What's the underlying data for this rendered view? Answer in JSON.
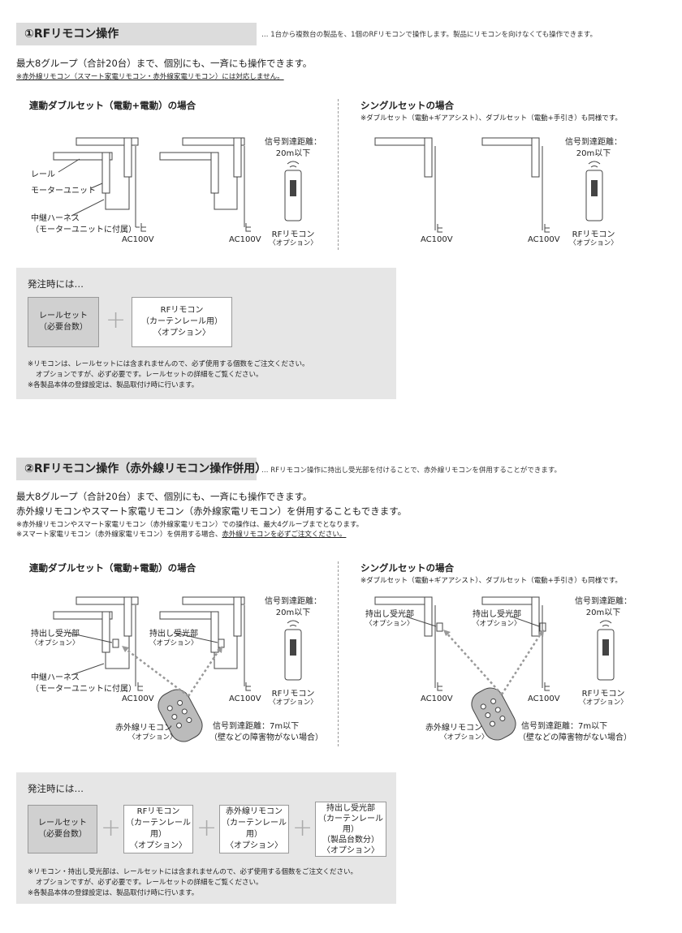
{
  "section1": {
    "title": "①RFリモコン操作",
    "note": "… 1台から複数台の製品を、1個のRFリモコンで操作します。製品にリモコンを向けなくても操作できます。",
    "lead": "最大8グループ（合計20台）まで、個別にも、一斉にも操作できます。",
    "caution": "※赤外線リモコン（スマート家電リモコン・赤外線家電リモコン）には対応しません。",
    "double": {
      "heading": "連動ダブルセット（電動+電動）の場合",
      "label_rail": "レール",
      "label_motor": "モーターユニット",
      "label_harness_1": "中継ハーネス",
      "label_harness_2": "（モーターユニットに付属）",
      "ac1": "AC100V",
      "ac2": "AC100V",
      "signal_1": "信号到達距離：",
      "signal_2": "20m以下",
      "remote_1": "RFリモコン",
      "remote_2": "〈オプション〉"
    },
    "single": {
      "heading": "シングルセットの場合",
      "sub": "※ダブルセット（電動+ギアアシスト）、ダブルセット（電動+手引き）も同様です。",
      "ac1": "AC100V",
      "ac2": "AC100V",
      "signal_1": "信号到達距離：",
      "signal_2": "20m以下",
      "remote_1": "RFリモコン",
      "remote_2": "〈オプション〉"
    },
    "order": {
      "heading": "発注時には…",
      "tile1_l1": "レールセット",
      "tile1_l2": "（必要台数）",
      "tile2_l1": "RFリモコン",
      "tile2_l2": "（カーテンレール用）",
      "tile2_l3": "〈オプション〉",
      "plus": "+",
      "note1": "※リモコンは、レールセットには含まれませんので、必ず使用する個数をご注文ください。",
      "note2": "オプションですが、必ず必要です。レールセットの詳細をご覧ください。",
      "note3": "※各製品本体の登録設定は、製品取付け時に行います。"
    }
  },
  "section2": {
    "title": "②RFリモコン操作（赤外線リモコン操作併用）",
    "note": "… RFリモコン操作に持出し受光部を付けることで、赤外線リモコンを併用することができます。",
    "lead1": "最大8グループ（合計20台）まで、個別にも、一斉にも操作できます。",
    "lead2": "赤外線リモコンやスマート家電リモコン（赤外線家電リモコン）を併用することもできます。",
    "caution1": "※赤外線リモコンやスマート家電リモコン（赤外線家電リモコン）での操作は、最大4グループまでとなります。",
    "caution2_a": "※スマート家電リモコン（赤外線家電リモコン）を併用する場合、",
    "caution2_b": "赤外線リモコンを必ずご注文ください。",
    "double": {
      "heading": "連動ダブルセット（電動+電動）の場合",
      "sensor_a1": "持出し受光部",
      "sensor_a2": "〈オプション〉",
      "sensor_b1": "持出し受光部",
      "sensor_b2": "〈オプション〉",
      "label_harness_1": "中継ハーネス",
      "label_harness_2": "（モーターユニットに付属）",
      "ac1": "AC100V",
      "ac2": "AC100V",
      "signal_1": "信号到達距離：",
      "signal_2": "20m以下",
      "remote_1": "RFリモコン",
      "remote_2": "〈オプション〉",
      "ir_1": "赤外線リモコン",
      "ir_2": "〈オプション〉",
      "ir_signal_1": "信号到達距離：7m以下",
      "ir_signal_2": "（壁などの障害物がない場合）"
    },
    "single": {
      "heading": "シングルセットの場合",
      "sub": "※ダブルセット（電動+ギアアシスト）、ダブルセット（電動+手引き）も同様です。",
      "sensor_a1": "持出し受光部",
      "sensor_a2": "〈オプション〉",
      "sensor_b1": "持出し受光部",
      "sensor_b2": "〈オプション〉",
      "ac1": "AC100V",
      "ac2": "AC100V",
      "signal_1": "信号到達距離：",
      "signal_2": "20m以下",
      "remote_1": "RFリモコン",
      "remote_2": "〈オプション〉",
      "ir_1": "赤外線リモコン",
      "ir_2": "〈オプション〉",
      "ir_signal_1": "信号到達距離：7m以下",
      "ir_signal_2": "（壁などの障害物がない場合）"
    },
    "order": {
      "heading": "発注時には…",
      "tile1_l1": "レールセット",
      "tile1_l2": "（必要台数）",
      "tile2_l1": "RFリモコン",
      "tile2_l2": "（カーテンレール用）",
      "tile2_l3": "〈オプション〉",
      "tile3_l1": "赤外線リモコン",
      "tile3_l2": "（カーテンレール用）",
      "tile3_l3": "〈オプション〉",
      "tile4_l1": "持出し受光部",
      "tile4_l2": "（カーテンレール用）",
      "tile4_l3": "（製品台数分）",
      "tile4_l4": "〈オプション〉",
      "plus": "+",
      "note1": "※リモコン・持出し受光部は、レールセットには含まれませんので、必ず使用する個数をご注文ください。",
      "note2": "オプションですが、必ず必要です。レールセットの詳細をご覧ください。",
      "note3": "※各製品本体の登録設定は、製品取付け時に行います。"
    }
  },
  "colors": {
    "header_bg": "#dcdcdc",
    "order_bg": "#e6e6e6",
    "tile_grey": "#d0d0d0",
    "line": "#444444"
  }
}
